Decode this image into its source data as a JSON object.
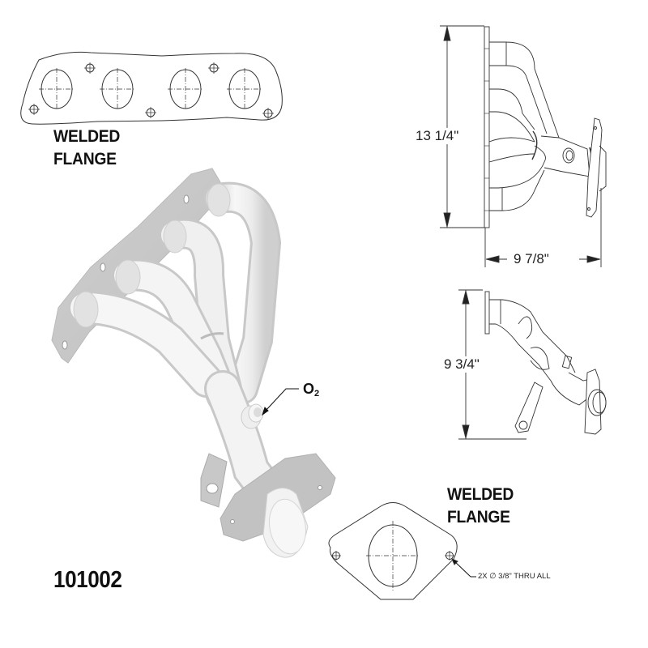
{
  "part_number": "101002",
  "labels": {
    "top_flange_line1": "WELDED",
    "top_flange_line2": "FLANGE",
    "bottom_flange_line1": "WELDED",
    "bottom_flange_line2": "FLANGE",
    "o2_main": "O",
    "o2_sub": "2"
  },
  "dimensions": {
    "side_view_height": "13 1/4\"",
    "side_view_width": "9 7/8\"",
    "front_view_height": "9 3/4\""
  },
  "notes": {
    "bolt_hole_callout": "2X ∅ 3/8\" THRU ALL"
  },
  "views": [
    "top-flange-drawing",
    "isometric-header-render",
    "side-view-drawing",
    "front-view-drawing",
    "bottom-flange-drawing"
  ],
  "colors": {
    "line": "#222222",
    "render_light": "#f2f2f2",
    "render_shade": "#cfcfcf",
    "flange_gray": "#bdbdbd",
    "background": "#ffffff"
  }
}
